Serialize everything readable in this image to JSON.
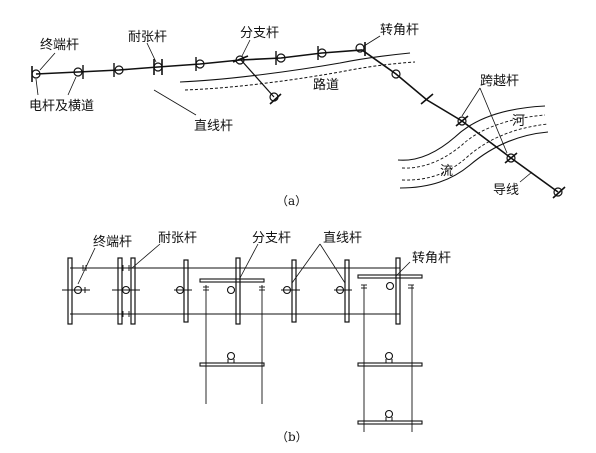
{
  "figure_a": {
    "labels": {
      "terminal_pole": "终端杆",
      "tension_pole": "耐张杆",
      "branch_pole": "分支杆",
      "corner_pole": "转角杆",
      "pole_and_crossarm": "电杆及横道",
      "straight_pole": "直线杆",
      "road": "路道",
      "crossing_pole": "跨越杆",
      "river_1": "河",
      "river_2": "流",
      "wire": "导线"
    },
    "caption": "（a）"
  },
  "figure_b": {
    "labels": {
      "terminal_pole": "终端杆",
      "tension_pole": "耐张杆",
      "branch_pole": "分支杆",
      "straight_pole": "直线杆",
      "corner_pole": "转角杆"
    },
    "caption": "（b）"
  }
}
